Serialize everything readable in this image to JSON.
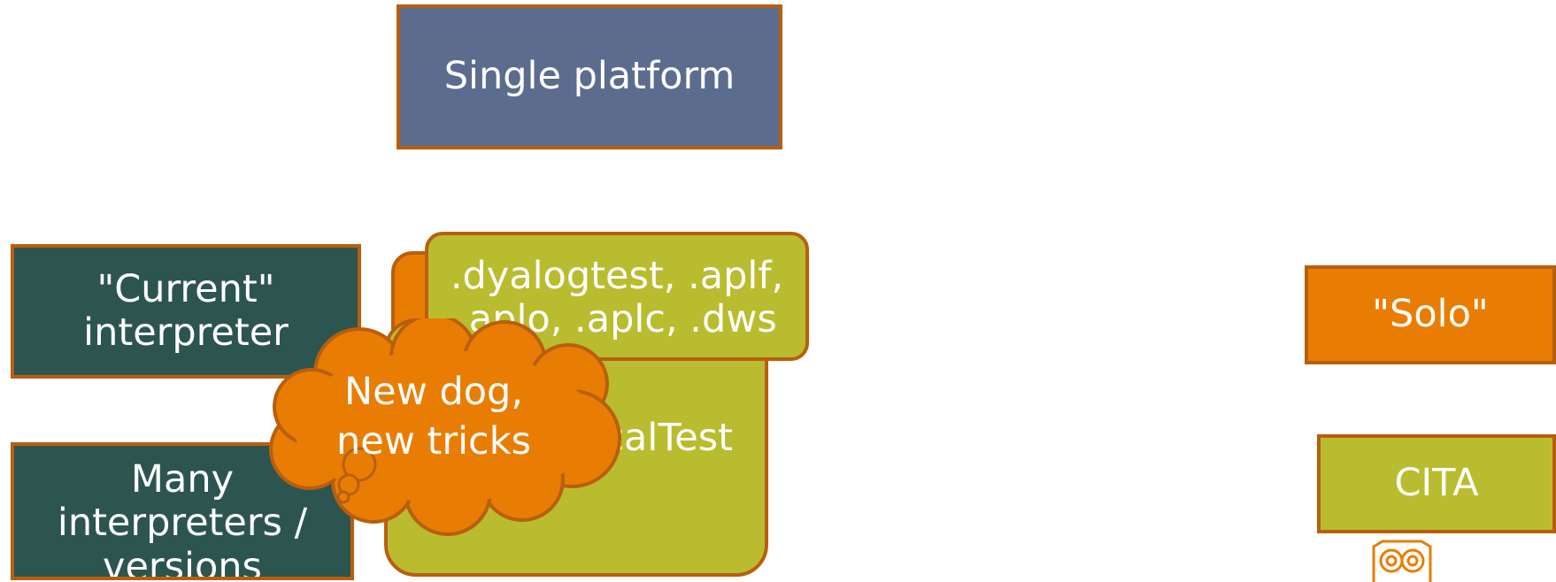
{
  "boxes": {
    "single_platform": "Single platform",
    "current_interpreter": "\"Current\"\ninterpreter",
    "many_interpreters": "Many\ninterpreters /\nversions",
    "file_types": ".dyalogtest, .aplf,\n.aplo, .aplc, .dws",
    "local_test": "LocalTest",
    "solo": "\"Solo\"",
    "cita": "CITA"
  },
  "cloud": {
    "text": "New dog,\nnew tricks"
  },
  "colors": {
    "slate_blue": "#5b6c8e",
    "dark_teal": "#2d5550",
    "orange": "#e97d03",
    "olive": "#b9bc2e",
    "border": "#b85f0e"
  }
}
